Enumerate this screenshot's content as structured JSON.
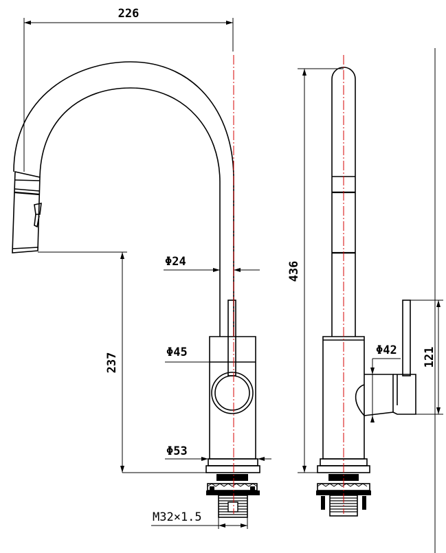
{
  "drawing": {
    "dimensions": {
      "overall_width": "226",
      "spout_diameter": "Φ24",
      "body_diameter": "Φ45",
      "base_diameter": "Φ53",
      "spout_height": "237",
      "total_height": "436",
      "handle_diameter": "Φ42",
      "handle_height": "121",
      "thread": "M32×1.5"
    }
  }
}
